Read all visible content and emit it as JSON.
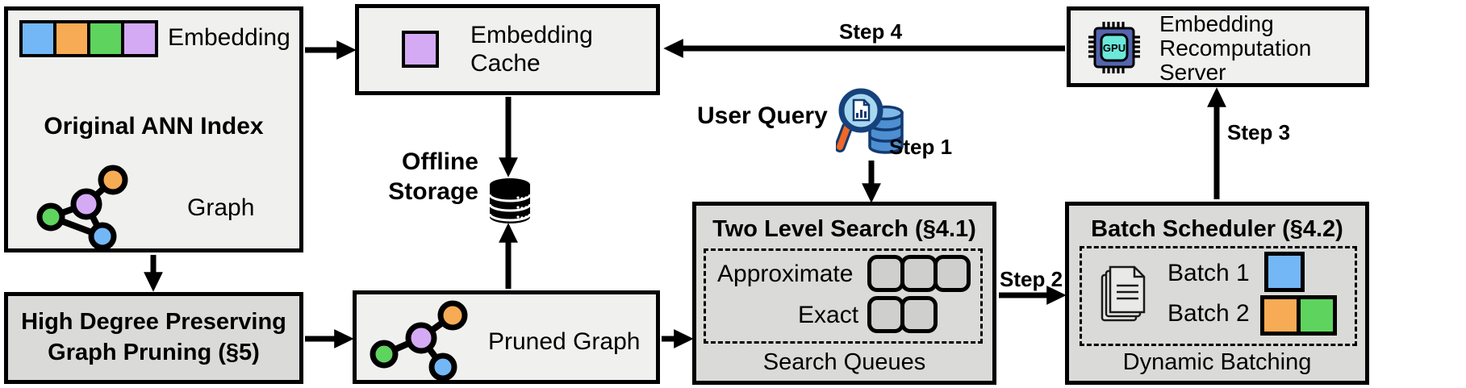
{
  "colors": {
    "blue": "#74b7f7",
    "orange": "#f7ab54",
    "green": "#5ed45e",
    "purple": "#d5aaf5",
    "light_box_bg": "#f0f0ef",
    "gray_box_bg": "#dadad9",
    "queue_cell_bg": "#cfcfce",
    "gpu_body": "#5565ae",
    "gpu_core": "#6ce8da",
    "magnifier_rim": "#16427c",
    "magnifier_lens": "#a8d8f0",
    "handle_orange": "#f26724",
    "db_blue": "#4d8fd1"
  },
  "original_ann_index": {
    "embedding_label": "Embedding",
    "title": "Original ANN Index",
    "graph_label": "Graph"
  },
  "embedding_cache": {
    "title": "Embedding Cache"
  },
  "offline_storage": {
    "line1": "Offline",
    "line2": "Storage"
  },
  "user_query": {
    "label": "User Query"
  },
  "steps": {
    "step1": "Step 1",
    "step2": "Step 2",
    "step3": "Step 3",
    "step4": "Step 4"
  },
  "two_level_search": {
    "title": "Two Level Search (§4.1)",
    "rows": [
      {
        "label": "Approximate",
        "cells": 3
      },
      {
        "label": "Exact",
        "cells": 2
      }
    ],
    "caption": "Search Queues"
  },
  "batch_scheduler": {
    "title": "Batch Scheduler (§4.2)",
    "batches": [
      {
        "label": "Batch 1",
        "colors": [
          "blue"
        ]
      },
      {
        "label": "Batch 2",
        "colors": [
          "orange",
          "green"
        ]
      }
    ],
    "caption": "Dynamic Batching"
  },
  "recomputation_server": {
    "title": "Embedding Recomputation Server",
    "chip_label": "GPU"
  },
  "high_degree_pruning": {
    "line1": "High Degree Preserving",
    "line2": "Graph Pruning (§5)"
  },
  "pruned_graph": {
    "label": "Pruned Graph"
  }
}
